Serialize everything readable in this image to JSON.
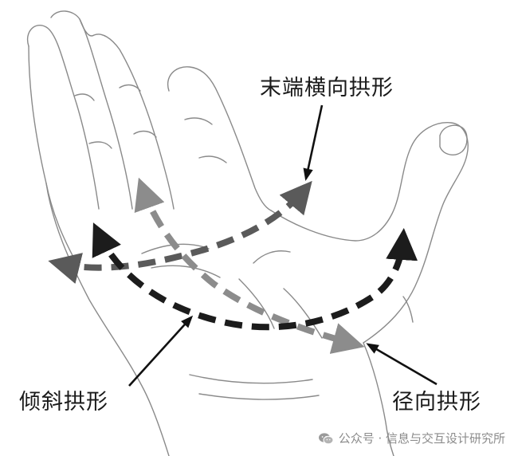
{
  "labels": {
    "distal_transverse_arch": "末端横向拱形",
    "oblique_arch": "倾斜拱形",
    "radial_arch": "径向拱形"
  },
  "watermark": {
    "text": "公众号 · 信息与交互设计研究所",
    "icon": "wechat-icon"
  },
  "colors": {
    "line_art": "#8a8a8a",
    "dark_arrow": "#1c1c1c",
    "gray_arrow": "#8c8c8c",
    "mid_arrow": "#5a5a5a",
    "watermark": "#8c8c8c"
  }
}
